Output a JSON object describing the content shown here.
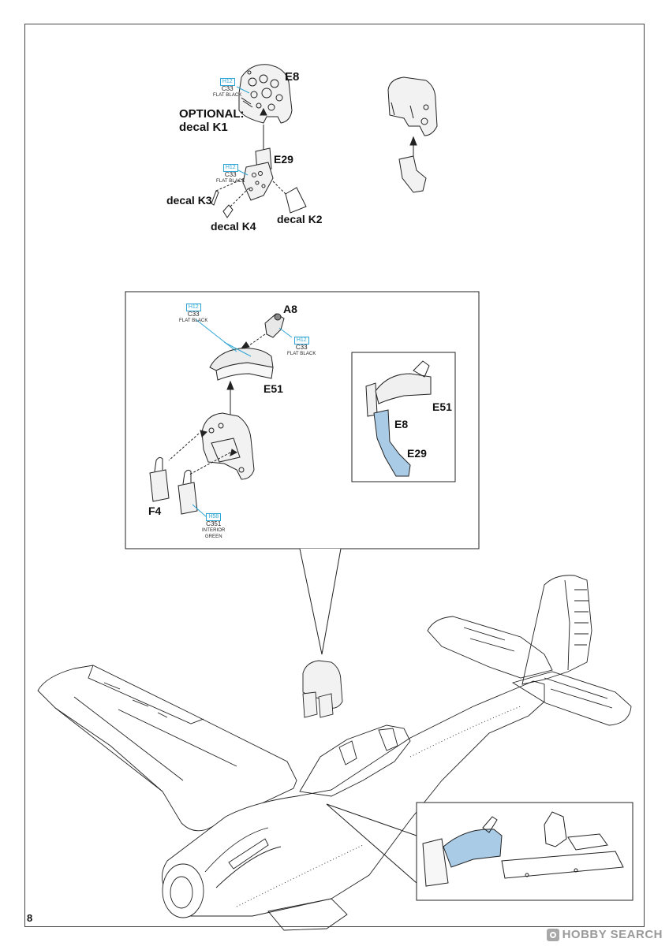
{
  "page": {
    "number": "8"
  },
  "parts": {
    "e8": "E8",
    "e29": "E29",
    "e51": "E51",
    "a8": "A8",
    "f4": "F4",
    "inset_e51": "E51",
    "inset_e8": "E8",
    "inset_e29": "E29"
  },
  "optional": {
    "line1": "OPTIONAL:",
    "line2": "decal K1"
  },
  "decals": {
    "k2": "decal K2",
    "k3": "decal K3",
    "k4": "decal K4"
  },
  "paint": {
    "flat_black": {
      "hobby": "H12",
      "code": "C33",
      "name": "FLAT BLACK"
    },
    "interior_green": {
      "hobby": "H58",
      "code": "C351",
      "name1": "INTERIOR",
      "name2": "GREEN"
    }
  },
  "watermark": {
    "text": "HOBBY SEARCH"
  },
  "colors": {
    "highlight": "#a9cbe6",
    "callout_border": "#2fa6d6",
    "line": "#222222"
  }
}
